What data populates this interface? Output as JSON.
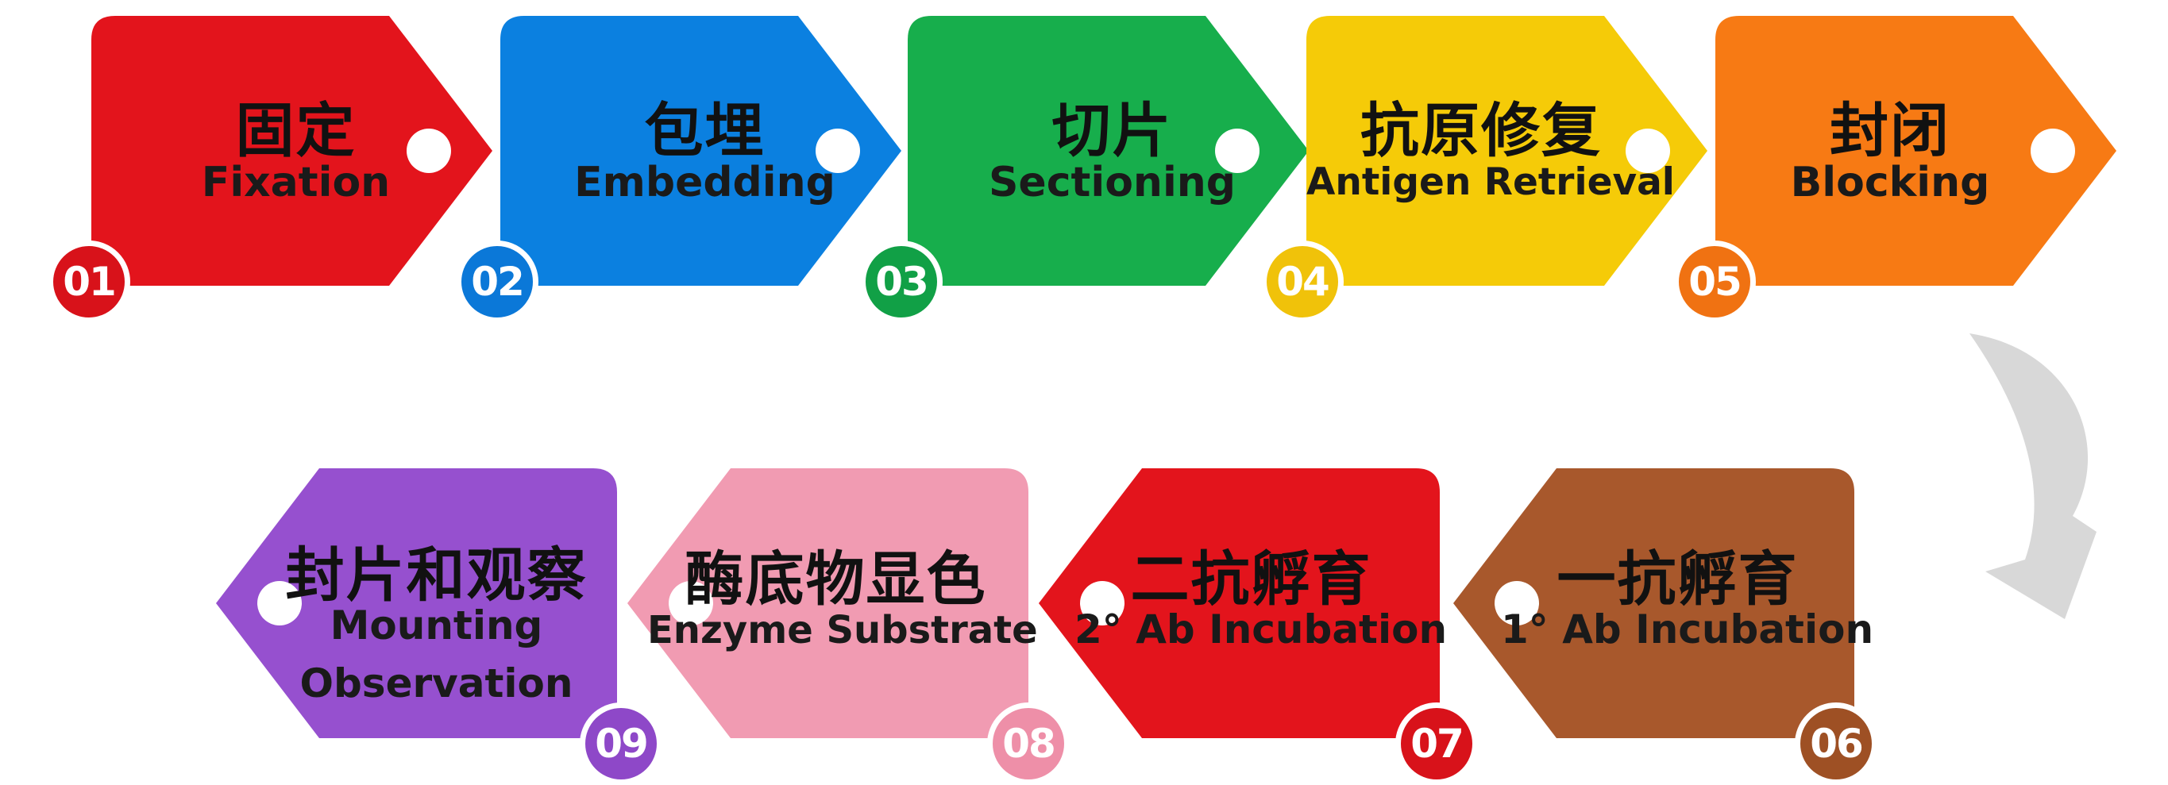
{
  "steps": [
    {
      "number": "01",
      "zh": "固定",
      "en": "Fixation",
      "color": "#E3141C",
      "badge_color": "#D8121A"
    },
    {
      "number": "02",
      "zh": "包埋",
      "en": "Embedding",
      "color": "#0B80E0",
      "badge_color": "#0B78D8"
    },
    {
      "number": "03",
      "zh": "切片",
      "en": "Sectioning",
      "color": "#17AE4C",
      "badge_color": "#11A046"
    },
    {
      "number": "04",
      "zh": "抗原修复",
      "en": "Antigen Retrieval",
      "color": "#F5CB08",
      "badge_color": "#F0C20A"
    },
    {
      "number": "05",
      "zh": "封闭",
      "en": "Blocking",
      "color": "#F77A14",
      "badge_color": "#F07212"
    },
    {
      "number": "06",
      "zh": "一抗孵育",
      "en": "1° Ab Incubation",
      "color": "#A8582C",
      "badge_color": "#9E5024"
    },
    {
      "number": "07",
      "zh": "二抗孵育",
      "en": "2° Ab Incubation",
      "color": "#E3141C",
      "badge_color": "#D8121A"
    },
    {
      "number": "08",
      "zh": "酶底物显色",
      "en": "Enzyme Substrate",
      "color": "#F19BB2",
      "badge_color": "#EE8FA8"
    },
    {
      "number": "09",
      "zh": "封片和观察",
      "en_line1": "Mounting",
      "en_line2": "Observation",
      "color": "#9650CF",
      "badge_color": "#8E48C8"
    }
  ],
  "arrow_color": "#D8D8D8",
  "hole_color": "#FFFFFF",
  "badge_border_color": "#FFFFFF"
}
